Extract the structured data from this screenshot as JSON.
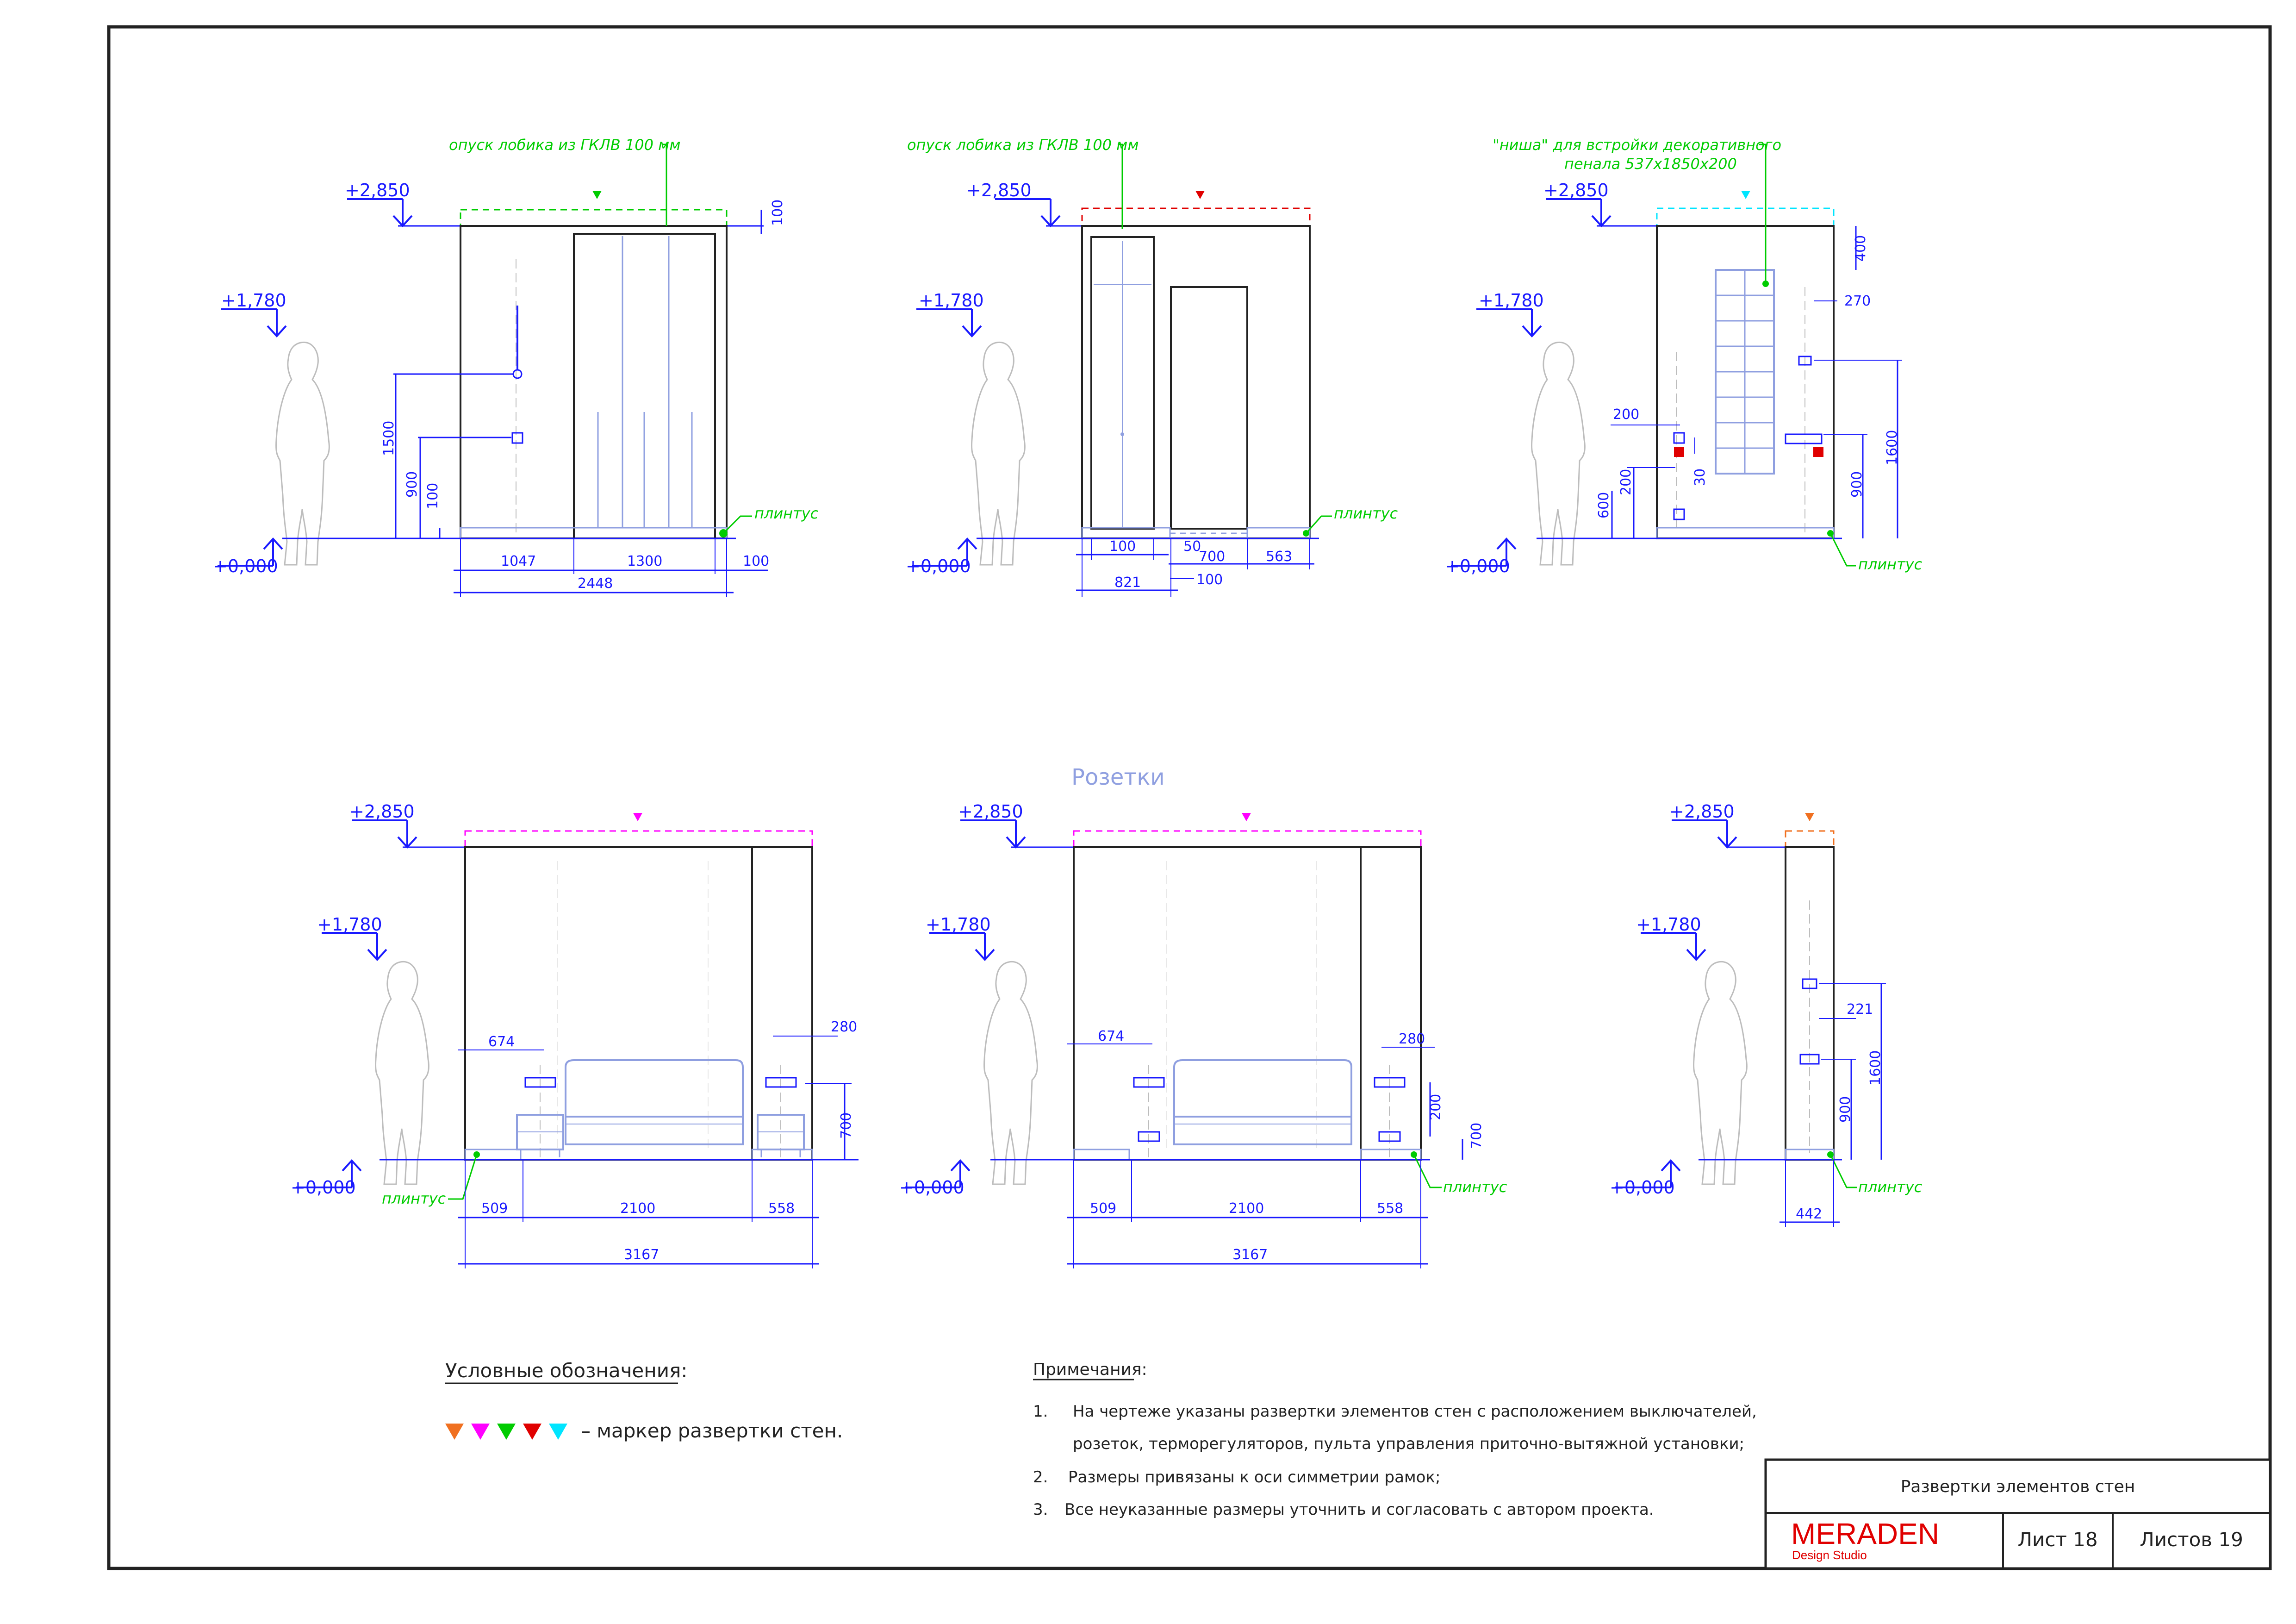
{
  "levels": {
    "top": "+2,850",
    "person": "+1,780",
    "zero": "+0,000"
  },
  "notes_green": {
    "soffit": "опуск лобика из ГКЛВ 100 мм",
    "niche_line1": "\"ниша\" для встройки декоративного",
    "niche_line2": "пенала 537x1850x200",
    "plinth": "плинтус"
  },
  "section_title": "Розетки",
  "dims": {
    "e1": {
      "a": "1047",
      "b": "1300",
      "c": "100",
      "total": "2448",
      "v1500": "1500",
      "v900": "900",
      "v100": "100",
      "top100": "100"
    },
    "e2": {
      "a": "100",
      "b": "50",
      "c": "700",
      "d": "563",
      "e": "821",
      "f": "100"
    },
    "e3": {
      "v400": "400",
      "h270": "270",
      "h200": "200",
      "v30": "30",
      "v200": "200",
      "v600": "600",
      "v1600": "1600",
      "v900": "900"
    },
    "e4": {
      "a": "509",
      "b": "2100",
      "c": "558",
      "total": "3167",
      "h674": "674",
      "h280": "280",
      "v700": "700"
    },
    "e5": {
      "a": "509",
      "b": "2100",
      "c": "558",
      "total": "3167",
      "h674": "674",
      "h280": "280",
      "v200": "200",
      "v700": "700"
    },
    "e6": {
      "w": "442",
      "h221": "221",
      "v900": "900",
      "v1600": "1600"
    }
  },
  "legend": {
    "title": "Условные обозначения:",
    "text": "– маркер развертки стен."
  },
  "notes": {
    "title": "Примечания:",
    "n1_num": "1.",
    "n1_line1": "На чертеже указаны развертки элементов стен с расположением выключателей,",
    "n1_line2": "розеток, терморегуляторов, пульта управления приточно-вытяжной установки;",
    "n2_num": "2.",
    "n2": "Размеры привязаны к оси симметрии рамок;",
    "n3_num": "3.",
    "n3": "Все неуказанные размеры уточнить и согласовать с автором проекта."
  },
  "title_block": {
    "title": "Развертки элементов стен",
    "brand": "MERADEN",
    "brand_sub": "Design Studio",
    "sheet": "Лист 18",
    "sheets": "Листов 19"
  },
  "colors": {
    "line": "#1a1aff",
    "green": "#00cc00",
    "frame": "#222222",
    "orange": "#f07020",
    "magenta": "#ff00ff",
    "red": "#e00000",
    "cyan": "#00e5ff",
    "accent_blue": "#8f9fe0"
  }
}
